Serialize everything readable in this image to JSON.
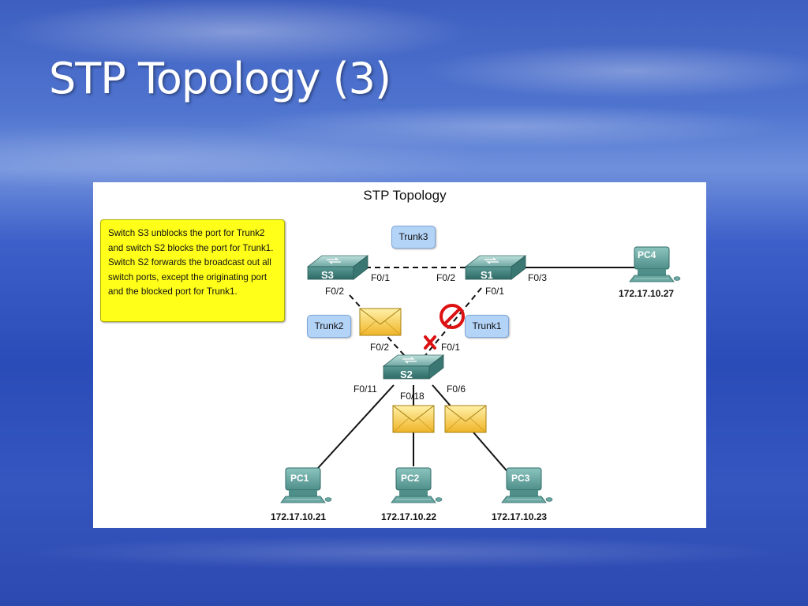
{
  "slide": {
    "title": "STP Topology (3)"
  },
  "diagram": {
    "title": "STP Topology",
    "note": "Switch S3 unblocks the port for Trunk2 and switch S2 blocks the port for Trunk1. Switch S2 forwards the broadcast out all switch ports, except the originating port and the blocked port for Trunk1.",
    "trunks": {
      "t1": "Trunk1",
      "t2": "Trunk2",
      "t3": "Trunk3"
    },
    "switches": {
      "s1": "S1",
      "s2": "S2",
      "s3": "S3"
    },
    "ports": {
      "s3_f01": "F0/1",
      "s3_f02": "F0/2",
      "s1_f02": "F0/2",
      "s1_f01": "F0/1",
      "s1_f03": "F0/3",
      "s2_f02": "F0/2",
      "s2_f01": "F0/1",
      "s2_f011": "F0/11",
      "s2_f018": "F0/18",
      "s2_f06": "F0/6"
    },
    "pcs": {
      "pc1": {
        "name": "PC1",
        "ip": "172.17.10.21"
      },
      "pc2": {
        "name": "PC2",
        "ip": "172.17.10.22"
      },
      "pc3": {
        "name": "PC3",
        "ip": "172.17.10.23"
      },
      "pc4": {
        "name": "PC4",
        "ip": "172.17.10.27"
      }
    },
    "colors": {
      "switch": "#4c8a86",
      "pc": "#5f9f9b",
      "note": "#ffff1a",
      "trunk": "#b3d3f7",
      "envelope": "#f6c33a",
      "blocked": "#dd1111"
    },
    "icons": [
      "switch-icon",
      "pc-icon",
      "envelope-icon",
      "blocked-port-icon",
      "x-mark-icon"
    ]
  }
}
